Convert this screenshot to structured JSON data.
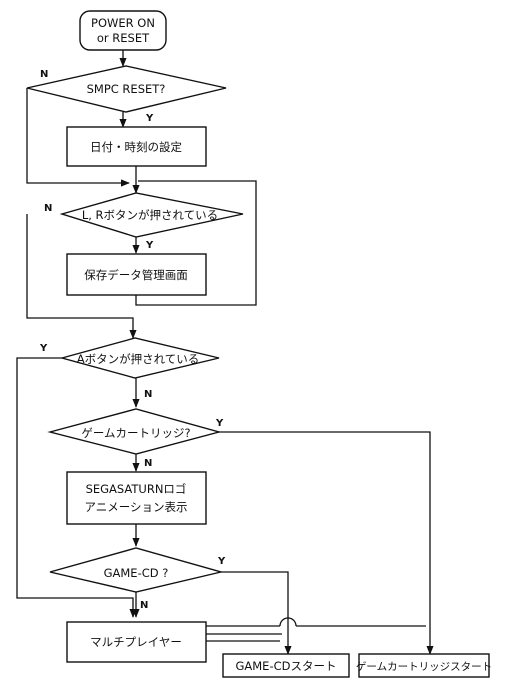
{
  "nodes": {
    "start_line1": "POWER ON",
    "start_line2": "or RESET",
    "smpc_reset": "SMPC RESET?",
    "set_date_time": "日付・時刻の設定",
    "lr_buttons": "L, Rボタンが押されている",
    "save_data_screen": "保存データ管理画面",
    "a_button": "Aボタンが押されている",
    "game_cartridge_q": "ゲームカートリッジ?",
    "logo_line1": "SEGASATURNロゴ",
    "logo_line2": "アニメーション表示",
    "game_cd_q": "GAME-CD ?",
    "multiplayer": "マルチプレイヤー",
    "game_cd_start": "GAME-CDスタート",
    "cartridge_start": "ゲームカートリッジスタート"
  },
  "branch_labels": {
    "yes": "Y",
    "no": "N"
  }
}
